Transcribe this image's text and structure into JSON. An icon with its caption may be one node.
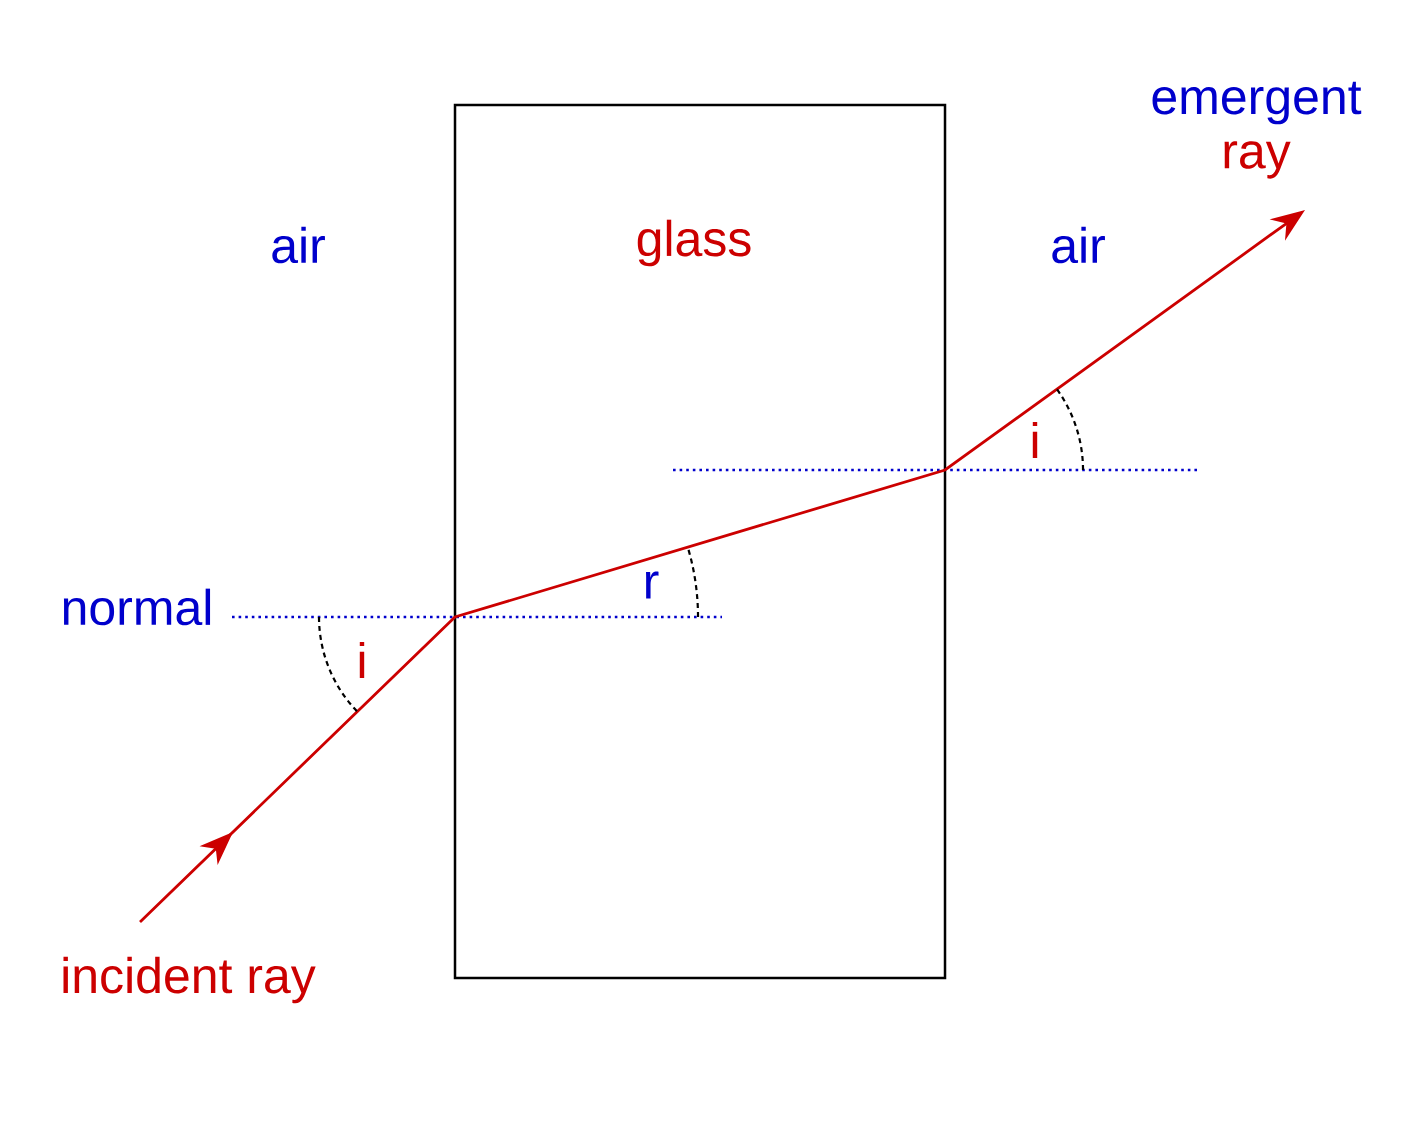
{
  "diagram": {
    "nodes": [
      {
        "text": [
          "glass"
        ]
      }
    ],
    "labels": [
      "emergent",
      "ray",
      "air",
      "air",
      "i",
      "normal",
      "r",
      "i",
      "incident ray"
    ]
  }
}
